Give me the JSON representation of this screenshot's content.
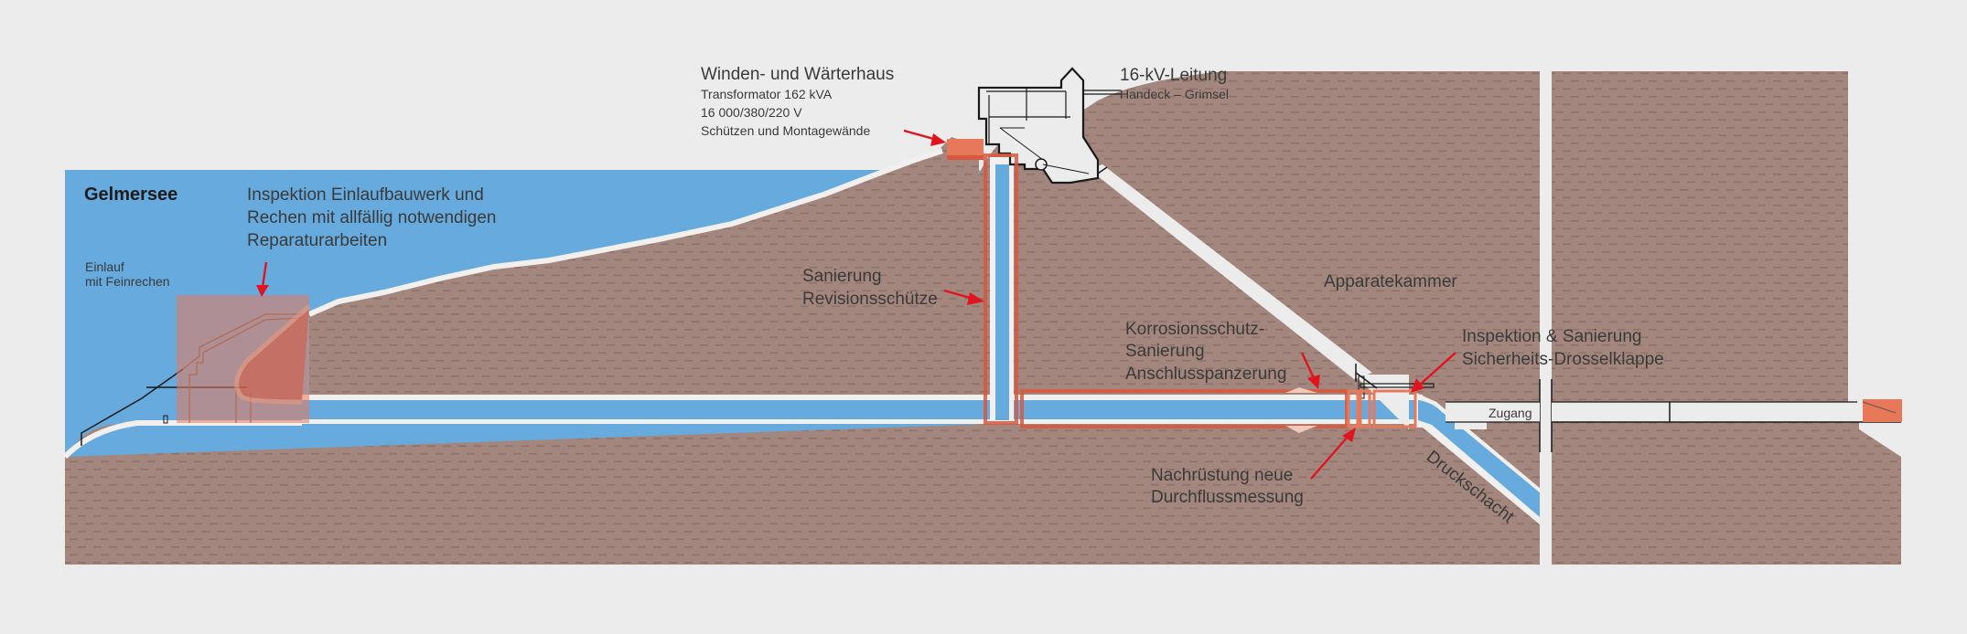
{
  "colors": {
    "background": "#ececec",
    "lake": "#67aadd",
    "rock": "#a3877e",
    "rock_dash": "#8f7269",
    "lining": "#f2f0ee",
    "highlight_fill": "#e8785a",
    "highlight_stroke": "#d9583d",
    "arrow": "#e0141e",
    "text": "#3a3a3a"
  },
  "labels": {
    "lake": "Gelmersee",
    "intake": [
      "Einlauf",
      "mit Feinrechen"
    ],
    "intake_inspection": [
      "Inspektion Einlaufbauwerk und",
      "Rechen mit allfällig notwendigen",
      "Reparaturarbeiten"
    ],
    "winch_house_title": "Winden- und Wärterhaus",
    "winch_house_details": [
      "Transformator 162 kVA",
      "16 000/380/220 V",
      "Schützen und Montagewände"
    ],
    "power_line_title": "16-kV-Leitung",
    "power_line_route": "Handeck – Grimsel",
    "revision_gate": [
      "Sanierung",
      "Revisionsschütze"
    ],
    "equipment_chamber": "Apparatekammer",
    "corrosion": [
      "Korrosionsschutz-",
      "Sanierung",
      "Anschlusspanzerung"
    ],
    "throttle_valve": [
      "Inspektion & Sanierung",
      "Sicherheits-Drosselklappe"
    ],
    "access": "Zugang",
    "flow_measurement": [
      "Nachrüstung neue",
      "Durchflussmessung"
    ],
    "pressure_shaft": "Druckschacht"
  },
  "icons": {
    "arrows": "red-pointer-arrow"
  }
}
